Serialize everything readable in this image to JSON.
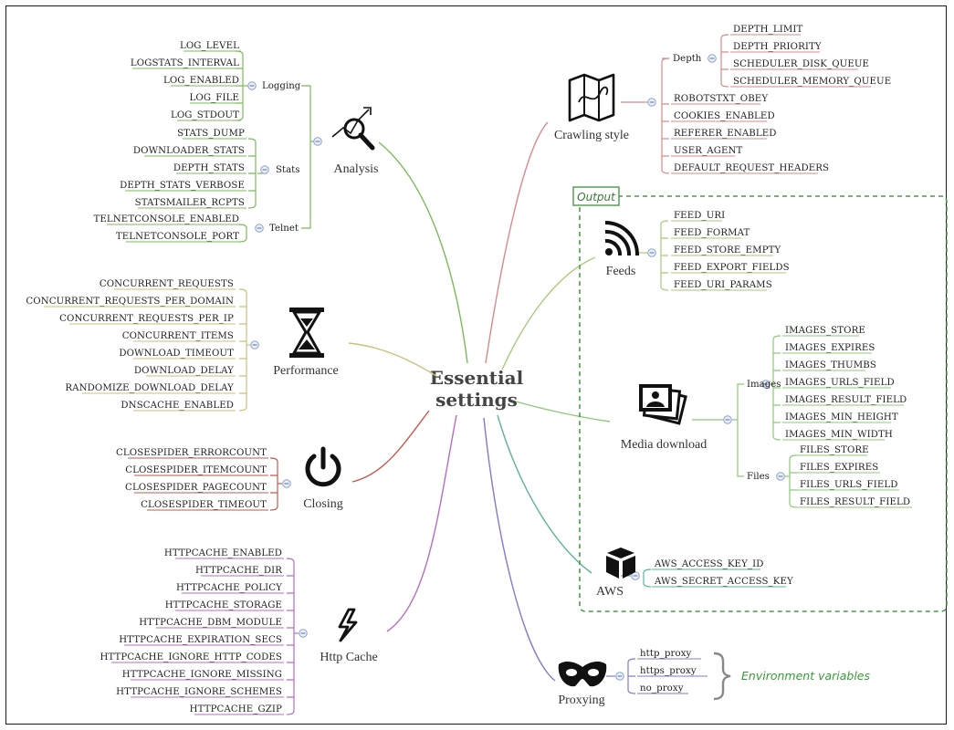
{
  "center": {
    "line1": "Essential",
    "line2": "settings"
  },
  "colors": {
    "analysis": "#7cba5a",
    "performance": "#c9c07a",
    "closing": "#c25a4e",
    "http_cache": "#b86bc4",
    "crawling_style": "#d88a8a",
    "feeds": "#a8c97a",
    "media": "#8fc87a",
    "aws": "#5db39a",
    "proxying": "#8a77c9",
    "output_box": "#4a9a4a"
  },
  "analysis": {
    "label": "Analysis",
    "icon": "magnifier-chart-icon",
    "groups": [
      {
        "label": "Logging",
        "items": [
          "LOG_LEVEL",
          "LOGSTATS_INTERVAL",
          "LOG_ENABLED",
          "LOG_FILE",
          "LOG_STDOUT"
        ]
      },
      {
        "label": "Stats",
        "items": [
          "STATS_DUMP",
          "DOWNLOADER_STATS",
          "DEPTH_STATS",
          "DEPTH_STATS_VERBOSE",
          "STATSMAILER_RCPTS"
        ]
      },
      {
        "label": "Telnet",
        "items": [
          "TELNETCONSOLE_ENABLED",
          "TELNETCONSOLE_PORT"
        ]
      }
    ]
  },
  "performance": {
    "label": "Performance",
    "icon": "hourglass-icon",
    "items": [
      "CONCURRENT_REQUESTS",
      "CONCURRENT_REQUESTS_PER_DOMAIN",
      "CONCURRENT_REQUESTS_PER_IP",
      "CONCURRENT_ITEMS",
      "DOWNLOAD_TIMEOUT",
      "DOWNLOAD_DELAY",
      "RANDOMIZE_DOWNLOAD_DELAY",
      "DNSCACHE_ENABLED"
    ]
  },
  "closing": {
    "label": "Closing",
    "icon": "power-icon",
    "items": [
      "CLOSESPIDER_ERRORCOUNT",
      "CLOSESPIDER_ITEMCOUNT",
      "CLOSESPIDER_PAGECOUNT",
      "CLOSESPIDER_TIMEOUT"
    ]
  },
  "http_cache": {
    "label": "Http Cache",
    "icon": "lightning-icon",
    "items": [
      "HTTPCACHE_ENABLED",
      "HTTPCACHE_DIR",
      "HTTPCACHE_POLICY",
      "HTTPCACHE_STORAGE",
      "HTTPCACHE_DBM_MODULE",
      "HTTPCACHE_EXPIRATION_SECS",
      "HTTPCACHE_IGNORE_HTTP_CODES",
      "HTTPCACHE_IGNORE_MISSING",
      "HTTPCACHE_IGNORE_SCHEMES",
      "HTTPCACHE_GZIP"
    ]
  },
  "crawling_style": {
    "label": "Crawling style",
    "icon": "map-icon",
    "depth_group": {
      "label": "Depth",
      "items": [
        "DEPTH_LIMIT",
        "DEPTH_PRIORITY",
        "SCHEDULER_DISK_QUEUE",
        "SCHEDULER_MEMORY_QUEUE"
      ]
    },
    "items": [
      "ROBOTSTXT_OBEY",
      "COOKIES_ENABLED",
      "REFERER_ENABLED",
      "USER_AGENT",
      "DEFAULT_REQUEST_HEADERS"
    ]
  },
  "output": {
    "label": "Output"
  },
  "feeds": {
    "label": "Feeds",
    "icon": "rss-feed-icon",
    "items": [
      "FEED_URI",
      "FEED_FORMAT",
      "FEED_STORE_EMPTY",
      "FEED_EXPORT_FIELDS",
      "FEED_URI_PARAMS"
    ]
  },
  "media_download": {
    "label": "Media download",
    "icon": "photos-icon",
    "groups": [
      {
        "label": "Images",
        "items": [
          "IMAGES_STORE",
          "IMAGES_EXPIRES",
          "IMAGES_THUMBS",
          "IMAGES_URLS_FIELD",
          "IMAGES_RESULT_FIELD",
          "IMAGES_MIN_HEIGHT",
          "IMAGES_MIN_WIDTH"
        ]
      },
      {
        "label": "Files",
        "items": [
          "FILES_STORE",
          "FILES_EXPIRES",
          "FILES_URLS_FIELD",
          "FILES_RESULT_FIELD"
        ]
      }
    ]
  },
  "aws": {
    "label": "AWS",
    "icon": "aws-cube-icon",
    "items": [
      "AWS_ACCESS_KEY_ID",
      "AWS_SECRET_ACCESS_KEY"
    ]
  },
  "proxying": {
    "label": "Proxying",
    "icon": "mask-icon",
    "items": [
      "http_proxy",
      "https_proxy",
      "no_proxy"
    ],
    "note": "Environment variables"
  }
}
